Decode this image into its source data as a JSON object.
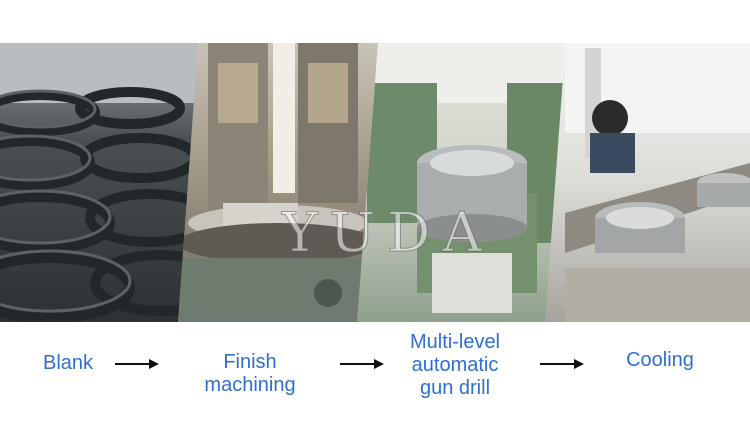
{
  "watermark": "YUDA",
  "steps": [
    {
      "label": "Blank",
      "photo": "stacked-forged-rings-photo"
    },
    {
      "label": "Finish machining",
      "photo": "vertical-lathe-photo"
    },
    {
      "label": "Multi-level automatic gun drill",
      "photo": "gun-drill-machine-photo"
    },
    {
      "label": "Cooling",
      "photo": "cooling-bench-photo"
    }
  ],
  "colors": {
    "label": "#2f6fd1",
    "arrow": "#111111"
  }
}
